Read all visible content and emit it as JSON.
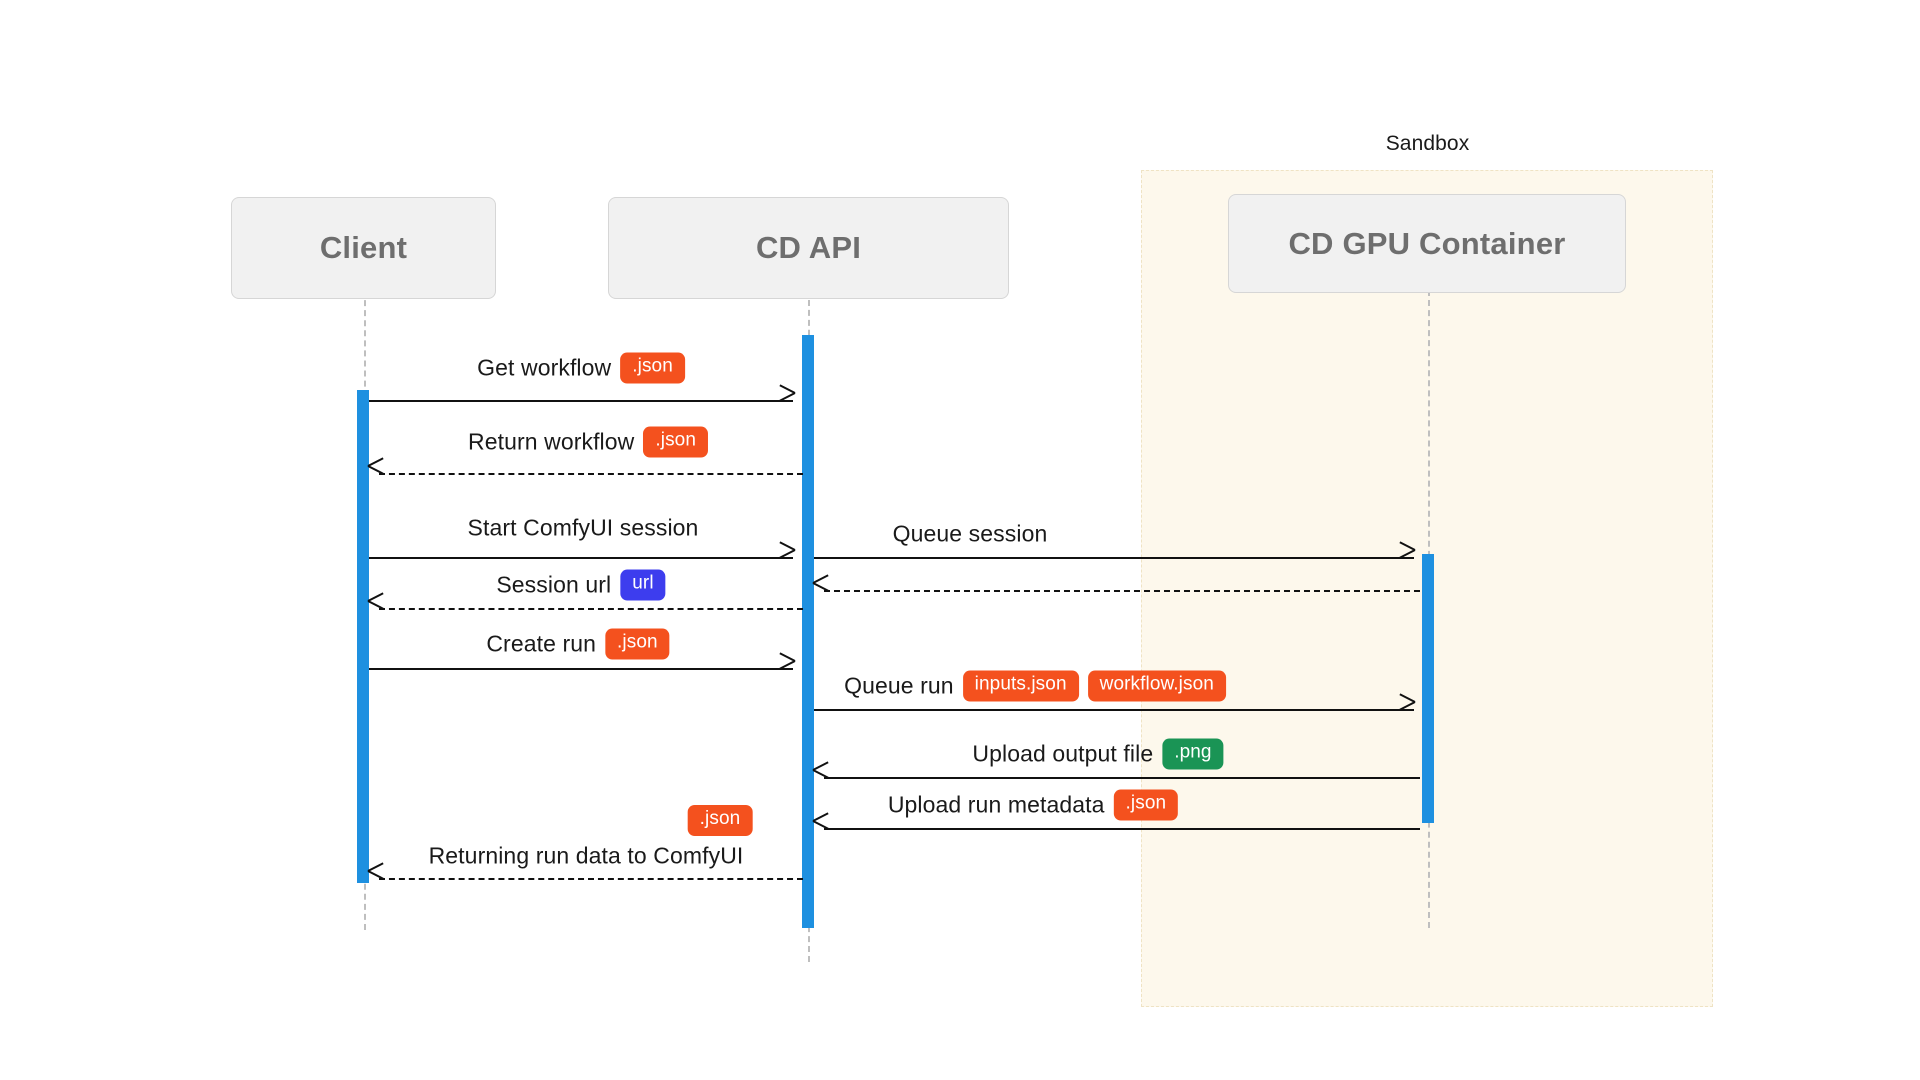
{
  "diagram": {
    "type": "sequence-diagram",
    "title": "",
    "background": "#ffffff"
  },
  "groups": [
    {
      "name": "sandbox",
      "label": "Sandbox",
      "fill": "#FDF8EC",
      "border": "#EFE3C4"
    }
  ],
  "participants": [
    {
      "id": "client",
      "label": "Client"
    },
    {
      "id": "cd-api",
      "label": "CD API"
    },
    {
      "id": "container",
      "label": "CD GPU Container"
    }
  ],
  "colors": {
    "activation": "#1E90E0",
    "badge_json": "#F4511E",
    "badge_url": "#3D3DEE",
    "badge_png": "#1A9455",
    "participant_fill": "#F1F1F1",
    "participant_border": "#D6D6D6",
    "participant_text": "#6E6E6E",
    "lifeline": "#BFBFBF",
    "arrow": "#111111"
  },
  "messages": [
    {
      "id": "m1",
      "text": "Get workflow",
      "badges": [
        {
          "label": ".json",
          "color": "orange"
        }
      ],
      "from": "client",
      "to": "cd-api",
      "style": "solid",
      "direction": "right"
    },
    {
      "id": "m2",
      "text": "Return workflow",
      "badges": [
        {
          "label": ".json",
          "color": "orange"
        }
      ],
      "from": "cd-api",
      "to": "client",
      "style": "dashed",
      "direction": "left"
    },
    {
      "id": "m3",
      "text": "Start ComfyUI session",
      "badges": [],
      "from": "client",
      "to": "cd-api",
      "style": "solid",
      "direction": "right"
    },
    {
      "id": "m4",
      "text": "Queue session",
      "badges": [],
      "from": "cd-api",
      "to": "container",
      "style": "solid",
      "direction": "right"
    },
    {
      "id": "m5",
      "text": "Session url",
      "badges": [
        {
          "label": "url",
          "color": "blue"
        }
      ],
      "from": "cd-api",
      "to": "client",
      "style": "dashed",
      "direction": "left"
    },
    {
      "id": "m6",
      "text": "",
      "badges": [],
      "from": "container",
      "to": "cd-api",
      "style": "dashed",
      "direction": "left"
    },
    {
      "id": "m7",
      "text": "Create run",
      "badges": [
        {
          "label": ".json",
          "color": "orange"
        }
      ],
      "from": "client",
      "to": "cd-api",
      "style": "solid",
      "direction": "right"
    },
    {
      "id": "m8",
      "text": "Queue run",
      "badges": [
        {
          "label": "inputs.json",
          "color": "orange"
        },
        {
          "label": "workflow.json",
          "color": "orange"
        }
      ],
      "from": "cd-api",
      "to": "container",
      "style": "solid",
      "direction": "right"
    },
    {
      "id": "m9",
      "text": "Upload output file",
      "badges": [
        {
          "label": ".png",
          "color": "green"
        }
      ],
      "from": "container",
      "to": "cd-api",
      "style": "solid",
      "direction": "left"
    },
    {
      "id": "m10",
      "text": "Upload run metadata",
      "badges": [
        {
          "label": ".json",
          "color": "orange"
        }
      ],
      "from": "container",
      "to": "cd-api",
      "style": "solid",
      "direction": "left"
    },
    {
      "id": "m11",
      "text": "Returning run data to ComfyUI",
      "badges": [],
      "from": "cd-api",
      "to": "client",
      "style": "dashed",
      "direction": "left"
    }
  ],
  "floating_badges": [
    {
      "id": "fb1",
      "label": ".json",
      "color": "orange"
    }
  ]
}
